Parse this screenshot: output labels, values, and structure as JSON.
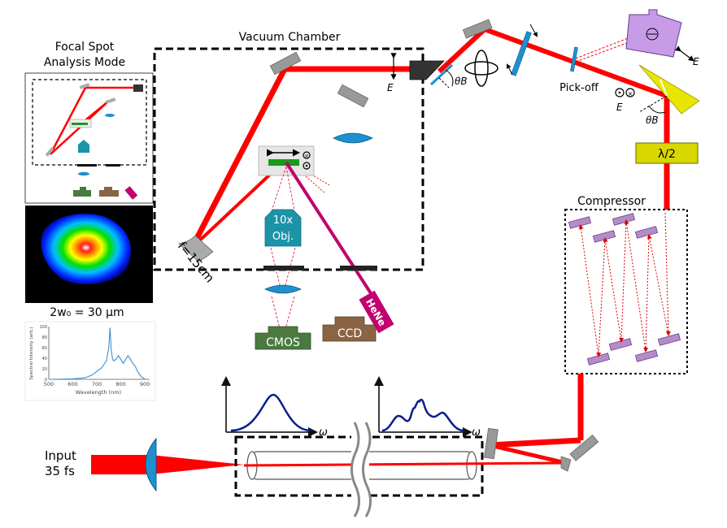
{
  "labels": {
    "focal_title_line1": "Focal Spot",
    "focal_title_line2": "Analysis Mode",
    "vacuum_chamber": "Vacuum Chamber",
    "focal_length": "f=15cm",
    "objective_line1": "10x",
    "objective_line2": "Obj.",
    "cmos": "CMOS",
    "ccd": "CCD",
    "hene": "HeNe",
    "beam_waist": "2w₀ = 30 μm",
    "input_line1": "Input",
    "input_line2": "35 fs",
    "compressor": "Compressor",
    "half_wave": "λ/2",
    "pick_off": "Pick-off",
    "theta_b": "θB",
    "field_e": "E",
    "omega": "ω"
  },
  "spectrum": {
    "ylabel": "Spectral Intensity (arb.)",
    "xlabel": "Wavelength (nm)",
    "xticks": [
      "500",
      "600",
      "700",
      "800",
      "900"
    ],
    "yticks": [
      "0",
      "20",
      "40",
      "60",
      "80",
      "100"
    ]
  },
  "colors": {
    "beam": "#ff0000",
    "chamber_border": "#000000",
    "cmos": "#4a7a40",
    "ccd": "#8b6443",
    "hene": "#c2006e",
    "objective": "#1b94a8",
    "lens": "#1e90d0",
    "grating": "#b48cc8",
    "half_wave": "#d9d700",
    "mirror": "#999999"
  },
  "chart_data": {
    "type": "line",
    "title": "",
    "xlabel": "Wavelength (nm)",
    "ylabel": "Spectral Intensity (arb.)",
    "xlim": [
      500,
      920
    ],
    "ylim": [
      0,
      100
    ],
    "x": [
      500,
      600,
      650,
      680,
      700,
      720,
      740,
      750,
      755,
      760,
      765,
      770,
      780,
      790,
      800,
      810,
      820,
      830,
      840,
      850,
      860,
      870,
      880,
      890,
      900
    ],
    "series": [
      {
        "values": [
          0,
          1,
          3,
          8,
          15,
          22,
          35,
          60,
          98,
          55,
          40,
          35,
          38,
          45,
          38,
          30,
          38,
          45,
          38,
          30,
          25,
          15,
          8,
          3,
          1
        ]
      }
    ]
  }
}
